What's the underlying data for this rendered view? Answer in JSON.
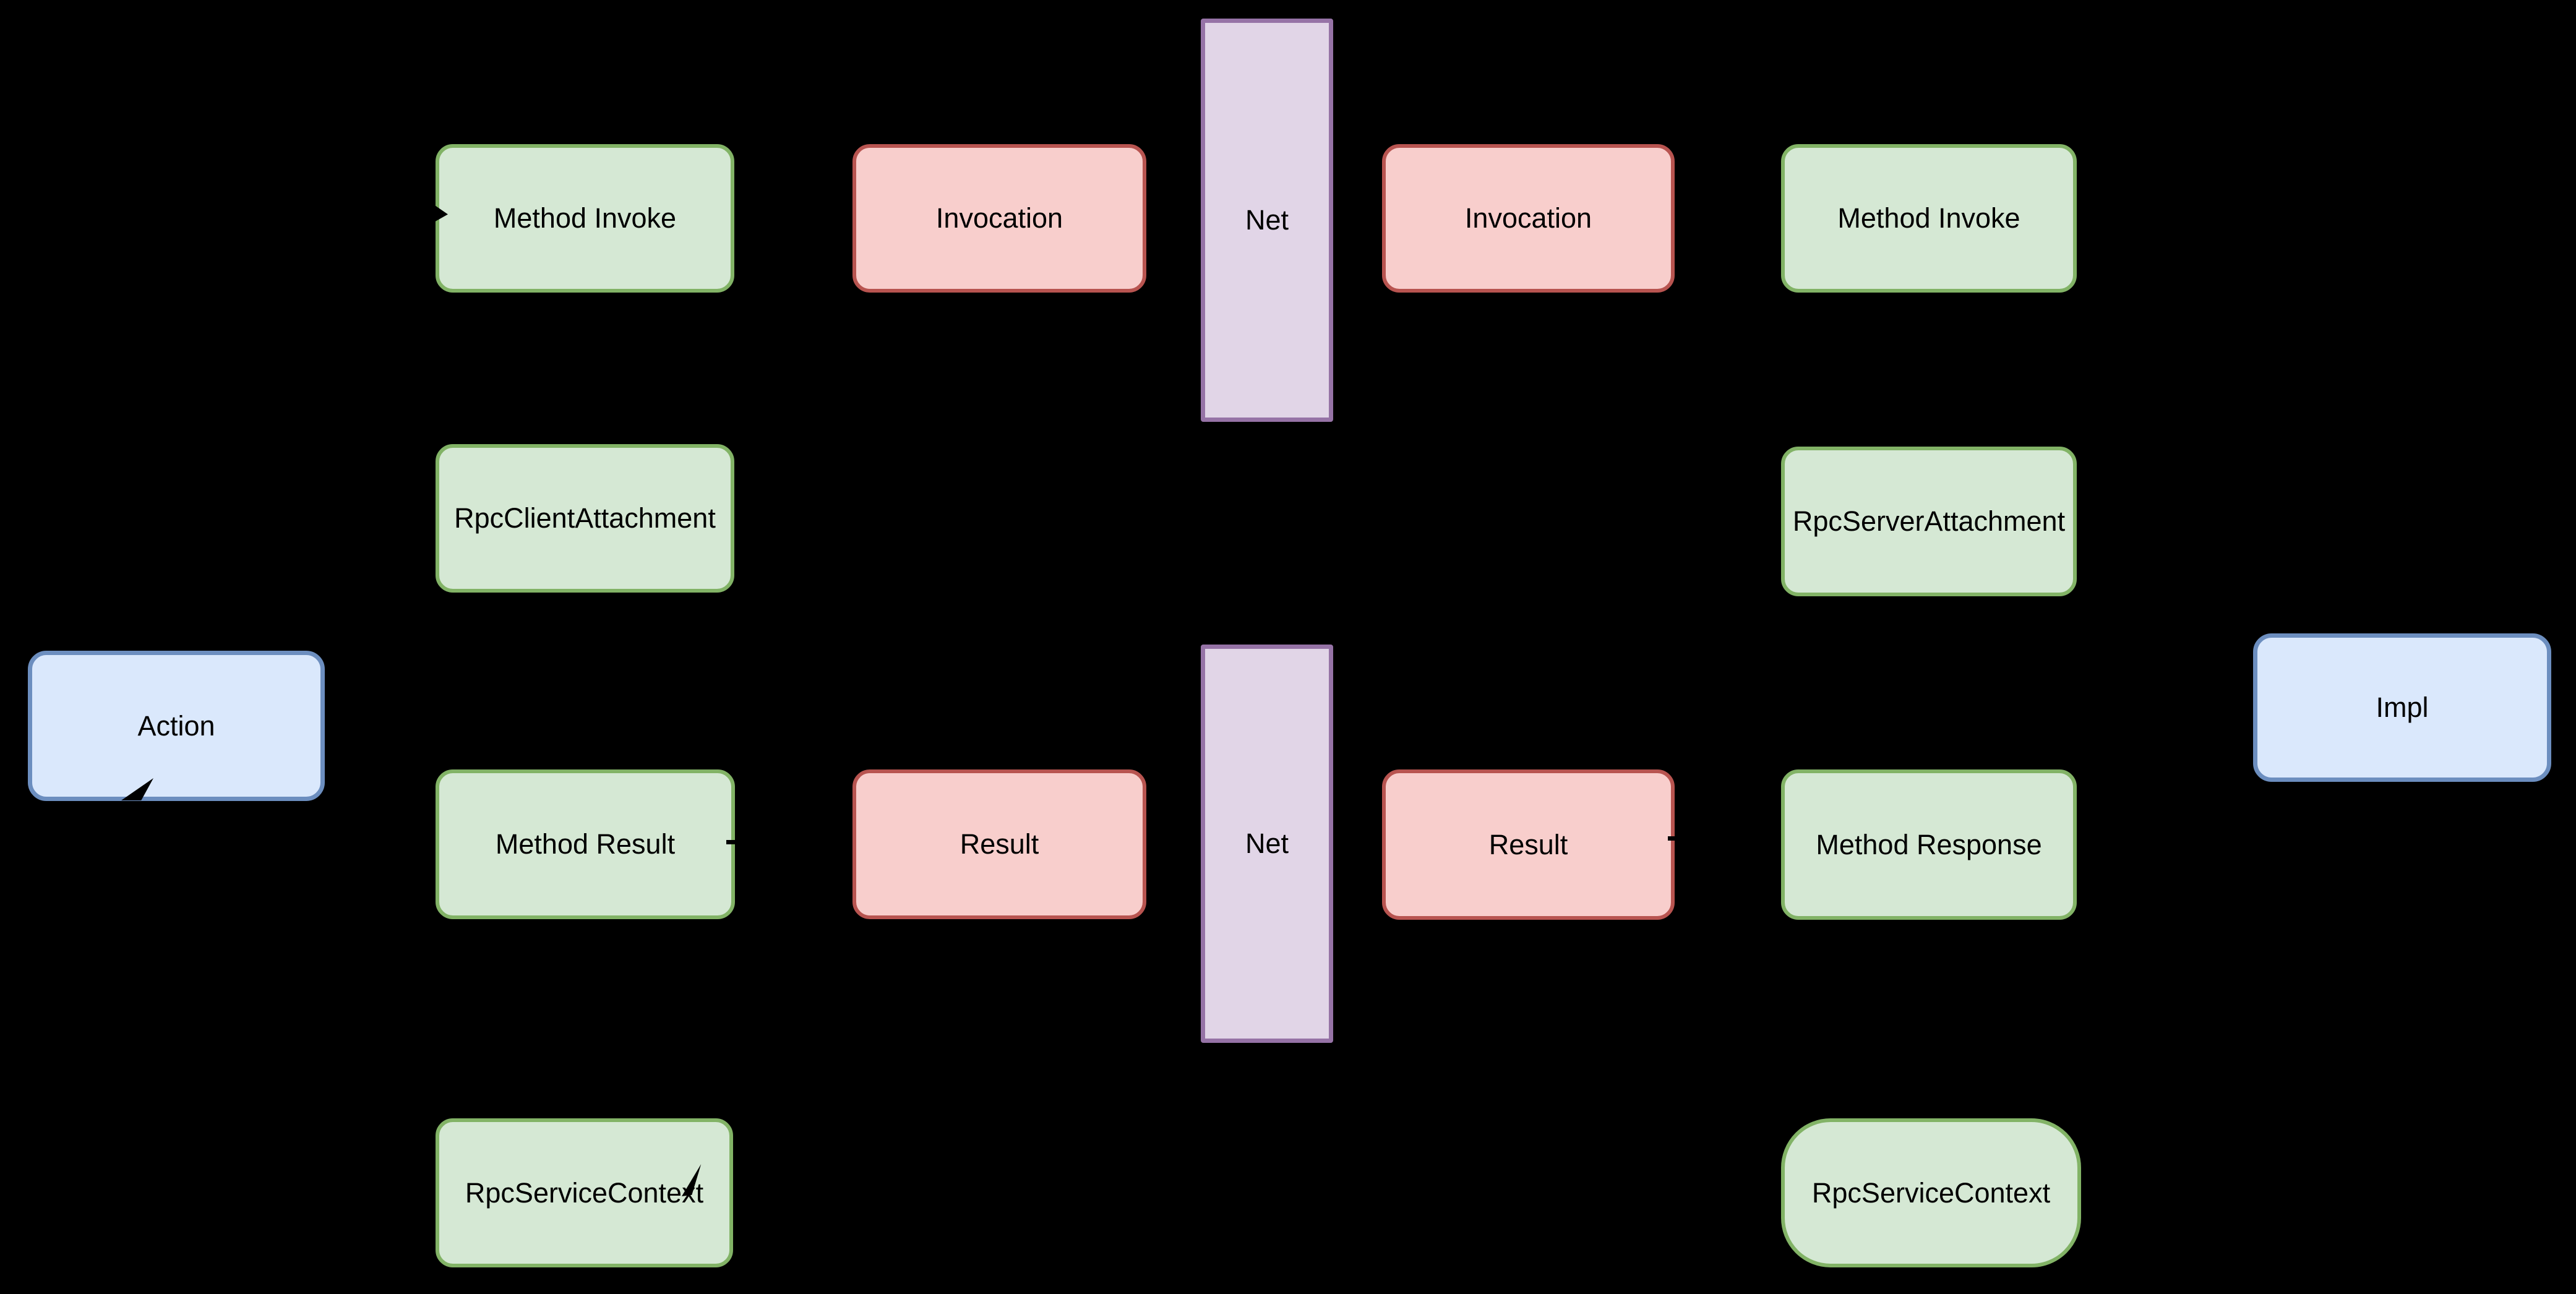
{
  "diagram": {
    "background": "#000000",
    "text_color": "#000000",
    "palette": {
      "green": {
        "fill": "#d5e8d4",
        "stroke": "#82b366"
      },
      "red": {
        "fill": "#f8cecc",
        "stroke": "#b85450"
      },
      "purple": {
        "fill": "#e1d5e7",
        "stroke": "#9673a6"
      },
      "blue": {
        "fill": "#dae8fc",
        "stroke": "#6c8ebf"
      }
    },
    "nodes": {
      "action": {
        "label": "Action",
        "color": "blue"
      },
      "method_invoke_client": {
        "label": "Method Invoke",
        "color": "green"
      },
      "invocation_client": {
        "label": "Invocation",
        "color": "red"
      },
      "net_top": {
        "label": "Net",
        "color": "purple"
      },
      "invocation_server": {
        "label": "Invocation",
        "color": "red"
      },
      "method_invoke_server": {
        "label": "Method Invoke",
        "color": "green"
      },
      "rpc_client_attachment": {
        "label": "RpcClientAttachment",
        "color": "green"
      },
      "rpc_server_attachment": {
        "label": "RpcServerAttachment",
        "color": "green"
      },
      "method_result": {
        "label": "Method Result",
        "color": "green"
      },
      "result_client": {
        "label": "Result",
        "color": "red"
      },
      "net_bottom": {
        "label": "Net",
        "color": "purple"
      },
      "result_server": {
        "label": "Result",
        "color": "red"
      },
      "method_response": {
        "label": "Method Response",
        "color": "green"
      },
      "rpc_service_context_client": {
        "label": "RpcServiceContext",
        "color": "green"
      },
      "rpc_service_context_server": {
        "label": "RpcServiceContext",
        "color": "green"
      },
      "impl": {
        "label": "Impl",
        "color": "blue"
      }
    }
  }
}
